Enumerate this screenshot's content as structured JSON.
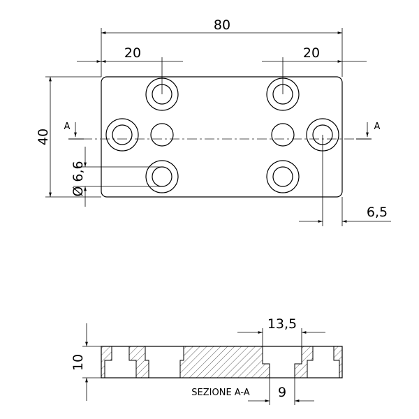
{
  "plan_view": {
    "overall_length": "80",
    "overall_width": "40",
    "hole_offset_left": "20",
    "hole_offset_right": "20",
    "hole_diameter": "Ø 6,6",
    "edge_distance": "6,5",
    "section_mark_left": "A",
    "section_mark_right": "A"
  },
  "section_view": {
    "thickness": "10",
    "counterbore_diameter": "13,5",
    "counterbore_depth": "9",
    "title": "SEZIONE A-A"
  }
}
